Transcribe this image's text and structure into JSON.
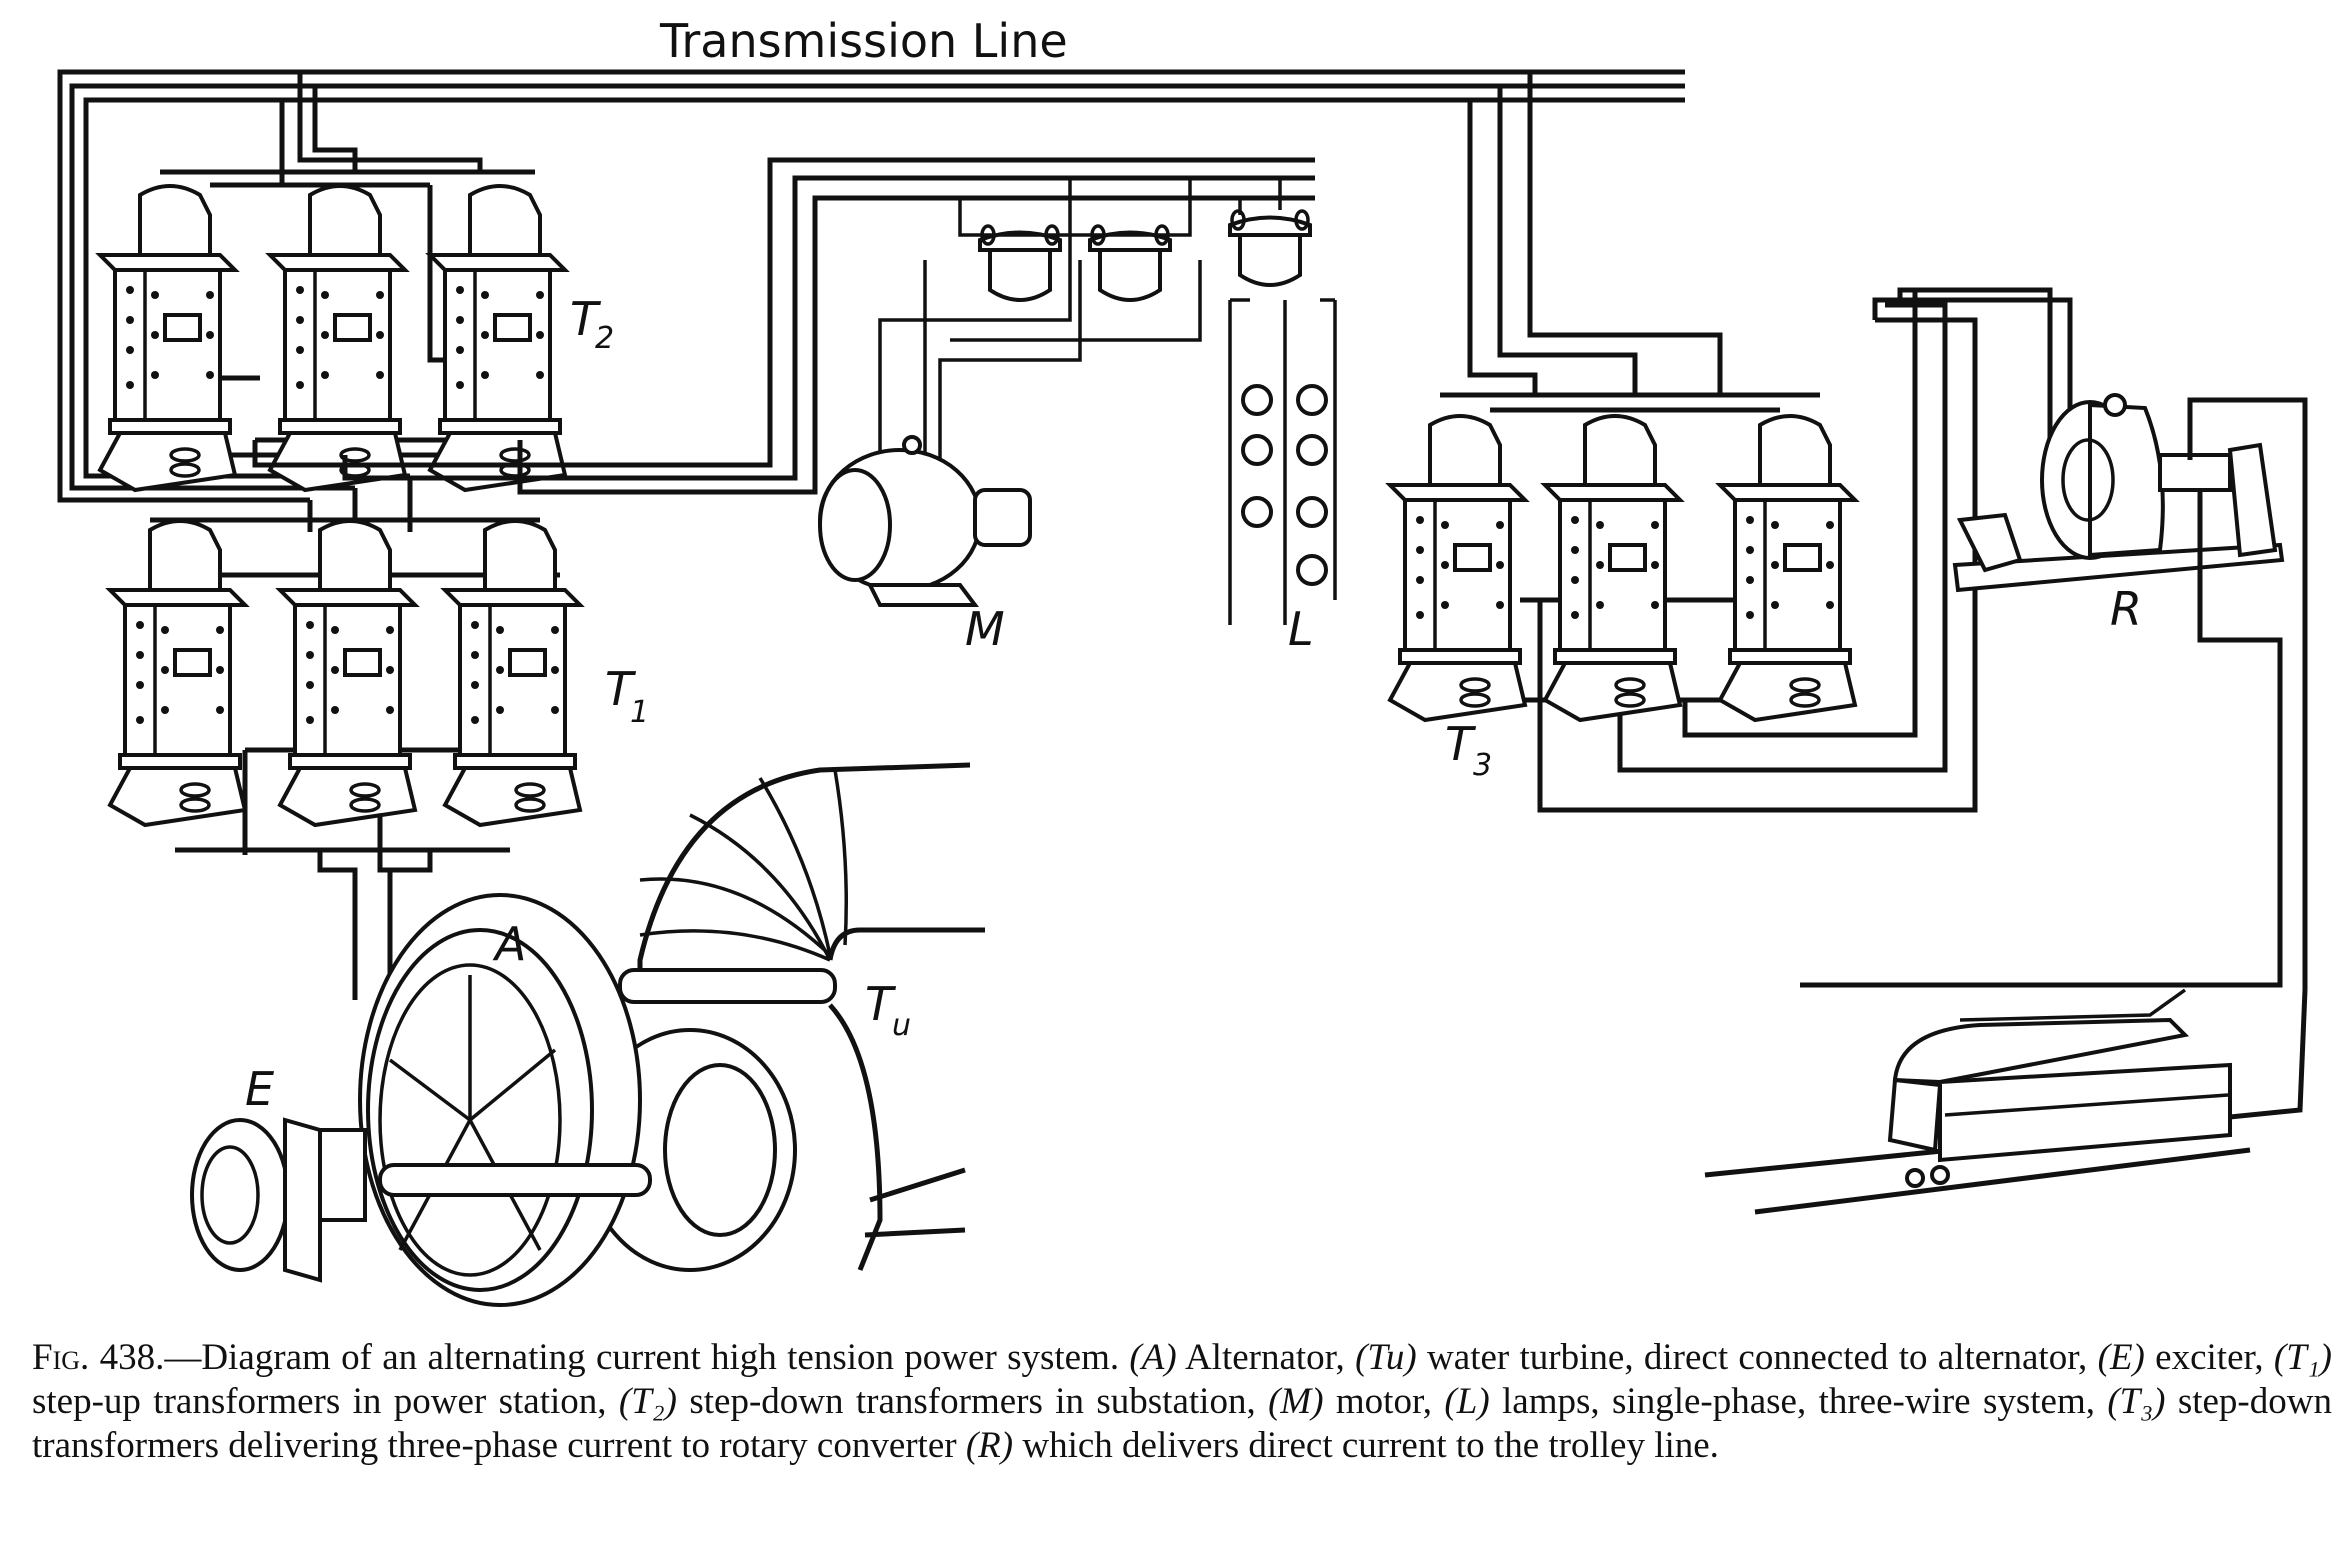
{
  "figure": {
    "title": "Transmission Line",
    "labels": {
      "T2": {
        "main": "T",
        "sub": "2"
      },
      "T1": {
        "main": "T",
        "sub": "1"
      },
      "T3": {
        "main": "T",
        "sub": "3"
      },
      "Tu": {
        "main": "T",
        "sub": "u"
      },
      "M": "M",
      "L": "L",
      "R": "R",
      "A": "A",
      "E": "E"
    }
  },
  "caption": {
    "fig": "Fig. 438.",
    "dash": "—",
    "lead": "Diagram of an alternating current high tension power system.",
    "items": [
      {
        "key": "(A)",
        "text": " Alternator, "
      },
      {
        "key": "(Tu)",
        "text": " water turbine, direct connected to alternator, "
      },
      {
        "key": "(E)",
        "text": " exciter, "
      },
      {
        "key": "(T₁)",
        "text": " step-up transformers in power station, "
      },
      {
        "key": "(T₂)",
        "text": " step-down transformers in substation, "
      },
      {
        "key": "(M)",
        "text": " motor, "
      },
      {
        "key": "(L)",
        "text": " lamps, single-phase, three-wire system, "
      },
      {
        "key": "(T₃)",
        "text": " step-down transformers delivering three-phase current to rotary converter "
      },
      {
        "key": "(R)",
        "text": " which delivers direct current to the trolley line."
      }
    ]
  }
}
